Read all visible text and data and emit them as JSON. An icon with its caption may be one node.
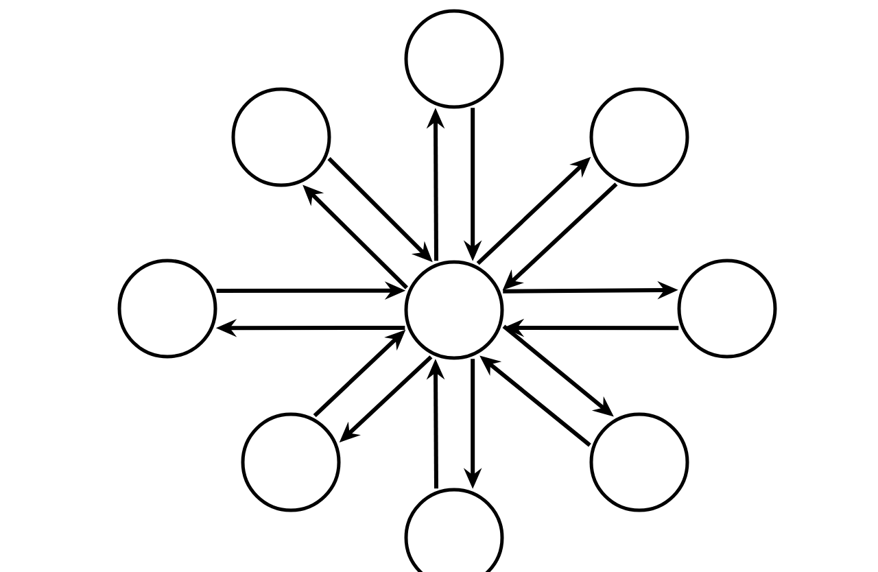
{
  "diagram": {
    "nodes": [
      {
        "text": [],
        "shape": "circle"
      },
      {
        "text": [],
        "shape": "circle"
      },
      {
        "text": [],
        "shape": "circle"
      },
      {
        "text": [],
        "shape": "circle"
      },
      {
        "text": [],
        "shape": "circle"
      },
      {
        "text": [],
        "shape": "circle"
      },
      {
        "text": [],
        "shape": "circle"
      },
      {
        "text": [],
        "shape": "circle"
      },
      {
        "text": [],
        "shape": "circle"
      }
    ],
    "edges": [
      {
        "from": 4,
        "to": 0,
        "arrow": "to"
      },
      {
        "from": 0,
        "to": 4,
        "arrow": "to"
      },
      {
        "from": 4,
        "to": 1,
        "arrow": "to"
      },
      {
        "from": 1,
        "to": 4,
        "arrow": "to"
      },
      {
        "from": 4,
        "to": 2,
        "arrow": "to"
      },
      {
        "from": 2,
        "to": 4,
        "arrow": "to"
      },
      {
        "from": 4,
        "to": 3,
        "arrow": "to"
      },
      {
        "from": 3,
        "to": 4,
        "arrow": "to"
      },
      {
        "from": 4,
        "to": 5,
        "arrow": "to"
      },
      {
        "from": 5,
        "to": 4,
        "arrow": "to"
      },
      {
        "from": 4,
        "to": 6,
        "arrow": "to"
      },
      {
        "from": 6,
        "to": 4,
        "arrow": "to"
      },
      {
        "from": 4,
        "to": 7,
        "arrow": "to"
      },
      {
        "from": 7,
        "to": 4,
        "arrow": "to"
      },
      {
        "from": 4,
        "to": 8,
        "arrow": "to"
      },
      {
        "from": 8,
        "to": 4,
        "arrow": "to"
      }
    ]
  }
}
